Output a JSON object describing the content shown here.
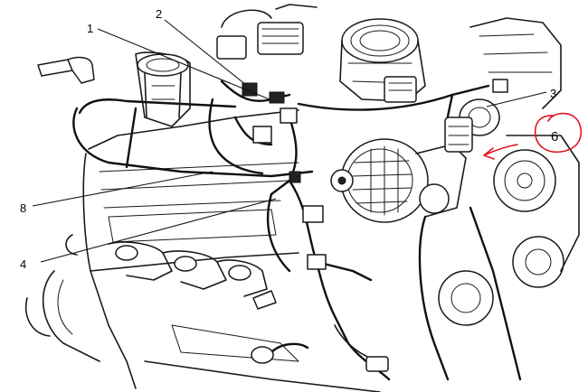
{
  "diagram": {
    "callouts": [
      {
        "id": "1",
        "label": "1"
      },
      {
        "id": "2",
        "label": "2"
      },
      {
        "id": "3",
        "label": "3"
      },
      {
        "id": "4",
        "label": "4"
      },
      {
        "id": "6",
        "label": "6"
      },
      {
        "id": "8",
        "label": "8"
      }
    ],
    "colors": {
      "line": "#1a1a1a",
      "annotation": "#e0141e",
      "background": "#ffffff"
    },
    "annotation_marks": [
      "red-circle-around-6",
      "red-arrow"
    ]
  }
}
